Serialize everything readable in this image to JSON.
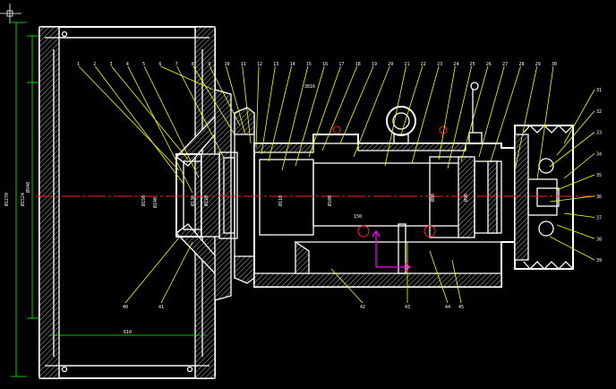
{
  "colors": {
    "background": "#000000",
    "outline": "#ffffff",
    "dimension": "#00ff00",
    "leader": "#ffff00",
    "centerline": "#ff2020",
    "detail": "#00ffff",
    "axis": "#ff00ff"
  },
  "icons": [
    "cad-crosshair-cursor-icon",
    "ucs-axis-icon"
  ],
  "callouts": {
    "top": [
      {
        "text": "1"
      },
      {
        "text": "2"
      },
      {
        "text": "3"
      },
      {
        "text": "4"
      },
      {
        "text": "5"
      },
      {
        "text": "6"
      },
      {
        "text": "7"
      },
      {
        "text": "8"
      },
      {
        "text": "9"
      },
      {
        "text": "10"
      },
      {
        "text": "11"
      },
      {
        "text": "12"
      },
      {
        "text": "13"
      },
      {
        "text": "14"
      },
      {
        "text": "15"
      },
      {
        "text": "16"
      },
      {
        "text": "17"
      },
      {
        "text": "18"
      },
      {
        "text": "19"
      },
      {
        "text": "20"
      },
      {
        "text": "21"
      },
      {
        "text": "22"
      },
      {
        "text": "23"
      },
      {
        "text": "24"
      },
      {
        "text": "25"
      },
      {
        "text": "26"
      },
      {
        "text": "27"
      },
      {
        "text": "28"
      },
      {
        "text": "29"
      },
      {
        "text": "30"
      }
    ],
    "right": [
      {
        "text": "31"
      },
      {
        "text": "32"
      },
      {
        "text": "33"
      },
      {
        "text": "34"
      },
      {
        "text": "35"
      },
      {
        "text": "36"
      },
      {
        "text": "37"
      },
      {
        "text": "38"
      },
      {
        "text": "39"
      }
    ],
    "bottom": [
      {
        "text": "40"
      },
      {
        "text": "41"
      },
      {
        "text": "42"
      },
      {
        "text": "43"
      },
      {
        "text": "44"
      },
      {
        "text": "45"
      }
    ]
  },
  "dimensions": {
    "left_outer": "Ø1270",
    "left_mid": "Ø1524",
    "left_inner": "Ø940",
    "width_bottom": "610",
    "bore_a": "Ø150",
    "bore_b": "Ø140",
    "bore_c": "Ø130",
    "bore_d": "Ø120",
    "bore_e": "Ø110",
    "bore_f": "Ø100",
    "shaft_len": "150",
    "ref_top": "3816",
    "right_a": "Ø80",
    "right_b": "Ø90"
  }
}
